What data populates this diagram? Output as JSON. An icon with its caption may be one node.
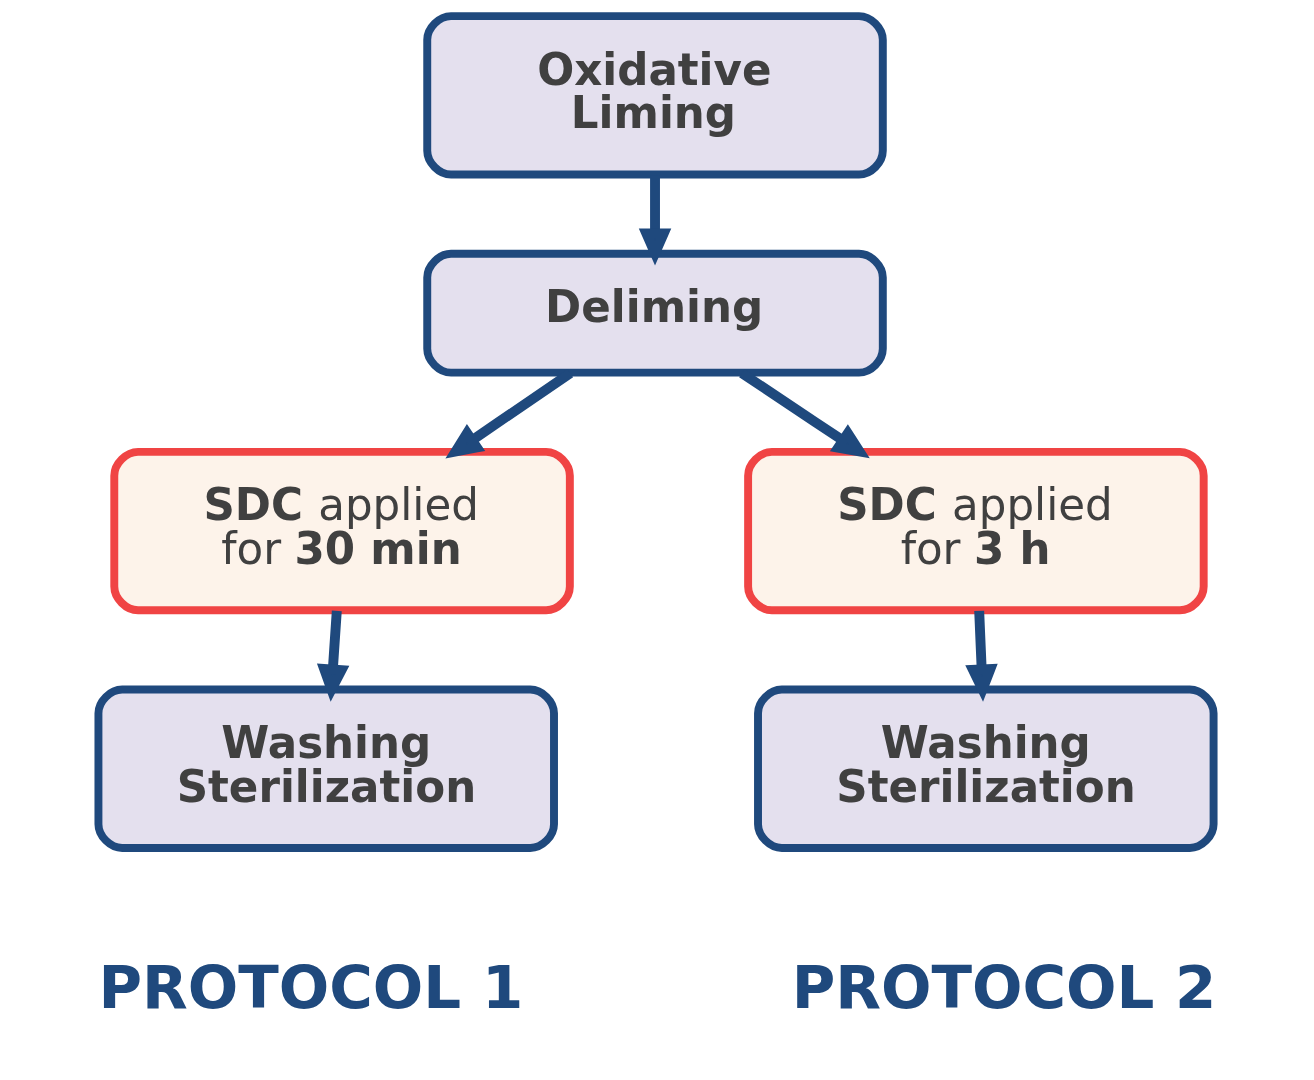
{
  "diagram": {
    "nodes": [
      {
        "text": [
          "Oxidative Liming"
        ]
      },
      {
        "text": [
          "Deliming"
        ]
      },
      {
        "text": [
          "**SDC** applied for **30 min**"
        ]
      },
      {
        "text": [
          "**SDC** applied for **3 h**"
        ]
      },
      {
        "text": [
          "Washing Sterilization"
        ],
        "beside": [
          "PROTOCOL 1"
        ]
      },
      {
        "text": [
          "Washing Sterilization"
        ],
        "beside": [
          "PROTOCOL 2"
        ]
      }
    ],
    "edges": [
      {
        "from": 0,
        "to": 1,
        "arrow": "to"
      },
      {
        "from": 1,
        "to": 2,
        "arrow": "to"
      },
      {
        "from": 1,
        "to": 3,
        "arrow": "to"
      },
      {
        "from": 2,
        "to": 4,
        "arrow": "to"
      },
      {
        "from": 3,
        "to": 5,
        "arrow": "to"
      }
    ]
  }
}
